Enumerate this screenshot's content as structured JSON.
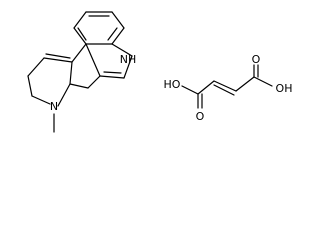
{
  "molecule_labels": {
    "nh": "NH",
    "n": "N",
    "oh_left": "HO",
    "o_left": "O",
    "o_right_top": "O",
    "oh_right": "OH"
  }
}
